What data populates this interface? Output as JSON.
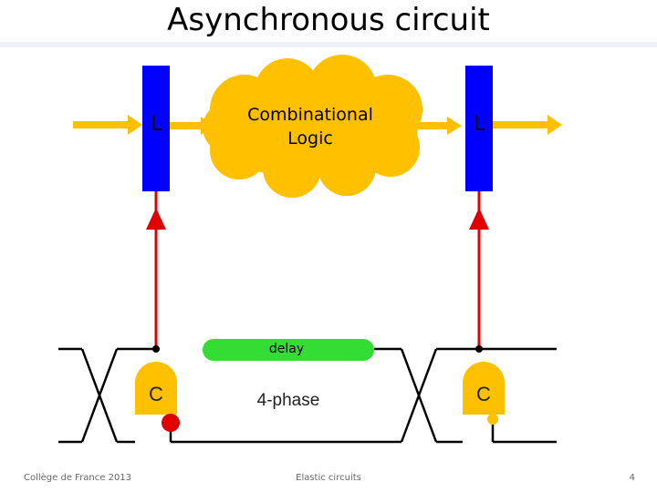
{
  "slide": {
    "title": "Asynchronous circuit",
    "footer_left": "Collège de France 2013",
    "footer_center": "Elastic circuits",
    "page_number": "4"
  },
  "diagram": {
    "left_latch_label": "L",
    "right_latch_label": "L",
    "logic_label_line1": "Combinational",
    "logic_label_line2": "Logic",
    "delay_label": "delay",
    "left_c_label": "C",
    "right_c_label": "C",
    "protocol_label": "4-phase",
    "colors": {
      "latch": "#0000ff",
      "cloud": "#ffc000",
      "arrow": "#ffc000",
      "request_wire": "#e00000",
      "delay": "#33dd33",
      "c_element": "#ffc000",
      "bubble_left": "#e00000",
      "bubble_right": "#ffc000"
    }
  }
}
